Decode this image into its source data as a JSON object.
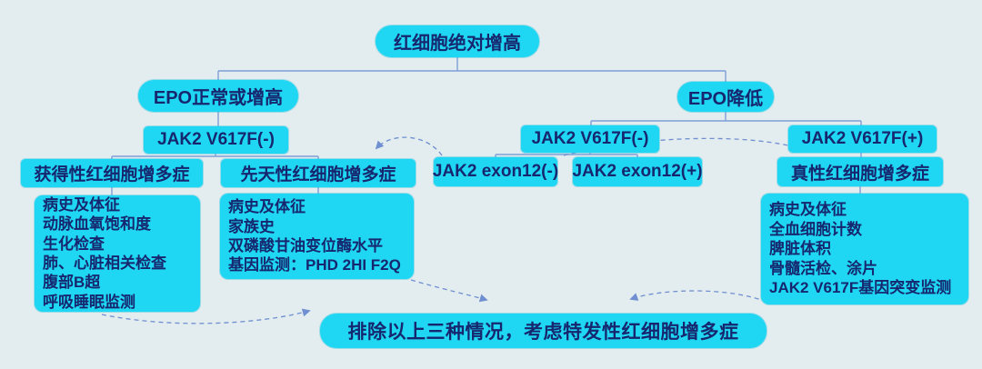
{
  "colors": {
    "node_fill": "#1fd7f2",
    "node_text": "#16276f",
    "background": "#e3ecef",
    "connector_solid": "#7f9fd8",
    "connector_dashed": "#6f8fd0"
  },
  "flowchart": {
    "root": "红细胞绝对增高",
    "branch_left": "EPO正常或增高",
    "branch_right": "EPO降低",
    "jak2_v617f_neg_left": "JAK2 V617F(-)",
    "jak2_v617f_neg_right": "JAK2 V617F(-)",
    "jak2_v617f_pos": "JAK2 V617F(+)",
    "acquired": "获得性红细胞增多症",
    "congenital": "先天性红细胞增多症",
    "jak2_exon12_neg": "JAK2 exon12(-)",
    "jak2_exon12_pos": "JAK2 exon12(+)",
    "polycythemia_vera": "真性红细胞增多症",
    "acquired_workup": [
      "病史及体征",
      "动脉血氧饱和度",
      "生化检查",
      "肺、心脏相关检查",
      "腹部B超",
      "呼吸睡眠监测"
    ],
    "congenital_workup": [
      "病史及体征",
      "家族史",
      "双磷酸甘油变位酶水平",
      "基因监测：PHD 2HI F2Q"
    ],
    "pv_workup": [
      "病史及体征",
      "全血细胞计数",
      "脾脏体积",
      "骨髓活检、涂片",
      "JAK2 V617F基因突变监测"
    ],
    "conclusion": "排除以上三种情况，考虑特发性红细胞增多症"
  }
}
